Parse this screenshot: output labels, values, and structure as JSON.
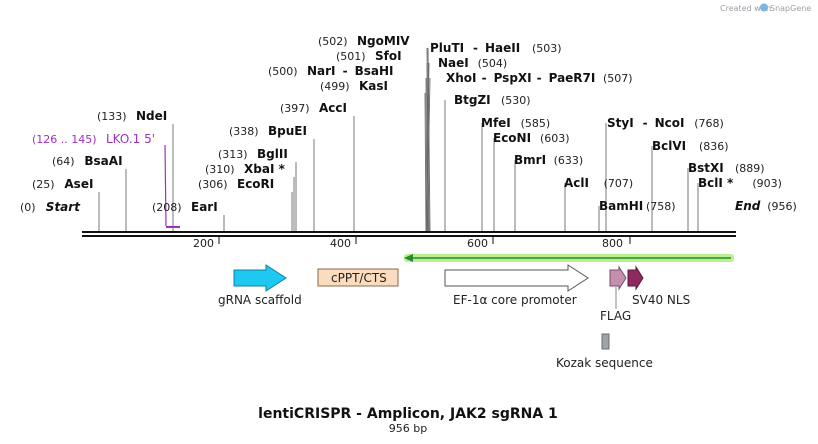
{
  "brand": {
    "created_by": "Created with",
    "app": "SnapGene"
  },
  "title": "lentiCRISPR - Amplicon, JAK2 sgRNA 1",
  "length": "956 bp",
  "total_bp": 956,
  "ticks": [
    "200",
    "400",
    "600",
    "800"
  ],
  "primer": {
    "range": "(126 .. 145)",
    "name": "LKO.1 5'",
    "color": "#a030c0"
  },
  "sites": [
    {
      "pos": "(0)",
      "name": "Start",
      "italic": true
    },
    {
      "pos": "(25)",
      "name": "AseI"
    },
    {
      "pos": "(64)",
      "name": "BsaAI"
    },
    {
      "pos": "(133)",
      "name": "NdeI"
    },
    {
      "pos": "(208)",
      "name": "EarI"
    },
    {
      "pos": "(306)",
      "name": "EcoRI"
    },
    {
      "pos": "(310)",
      "name": "XbaI *"
    },
    {
      "pos": "(313)",
      "name": "BglII"
    },
    {
      "pos": "(338)",
      "name": "BpuEI"
    },
    {
      "pos": "(397)",
      "name": "AccI"
    },
    {
      "pos": "(499)",
      "name": "KasI"
    },
    {
      "pos": "(500)",
      "name": "NarI",
      "name2": "BsaHI"
    },
    {
      "pos": "(501)",
      "name": "SfoI"
    },
    {
      "pos": "(502)",
      "name": "NgoMIV"
    },
    {
      "pos": "(503)",
      "name": "PluTI",
      "name2": "HaeII",
      "pos_after": true
    },
    {
      "pos": "(504)",
      "name": "NaeI",
      "pos_after": true
    },
    {
      "pos": "(507)",
      "name": "XhoI",
      "name2": "PspXI",
      "name3": "PaeR7I",
      "pos_after": true
    },
    {
      "pos": "(530)",
      "name": "BtgZI",
      "pos_after": true
    },
    {
      "pos": "(585)",
      "name": "MfeI",
      "pos_after": true
    },
    {
      "pos": "(603)",
      "name": "EcoNI",
      "pos_after": true
    },
    {
      "pos": "(633)",
      "name": "BmrI",
      "pos_after": true
    },
    {
      "pos": "(707)",
      "name": "AclI",
      "pos_after": true
    },
    {
      "pos": "(758)",
      "name": "BamHI",
      "pos_after": true
    },
    {
      "pos": "(768)",
      "name": "StyI",
      "name2": "NcoI",
      "pos_after": true
    },
    {
      "pos": "(836)",
      "name": "BclVI",
      "pos_after": true
    },
    {
      "pos": "(889)",
      "name": "BstXI",
      "pos_after": true
    },
    {
      "pos": "(903)",
      "name": "BclI *",
      "pos_after": true
    },
    {
      "pos": "(956)",
      "name": "End",
      "italic": true,
      "pos_after": true
    }
  ],
  "features": [
    {
      "name": "gRNA scaffold",
      "color": "#1ec8f0"
    },
    {
      "name": "cPPT/CTS",
      "color": "#fbdcbe"
    },
    {
      "name": "EF-1α core promoter",
      "color": "#ffffff"
    },
    {
      "name": "FLAG",
      "color": "#c58fae"
    },
    {
      "name": "SV40 NLS",
      "color": "#8e2a5e"
    },
    {
      "name": "Kozak sequence",
      "color": "#9ea3a8"
    }
  ],
  "selection_color": "#b8f090"
}
